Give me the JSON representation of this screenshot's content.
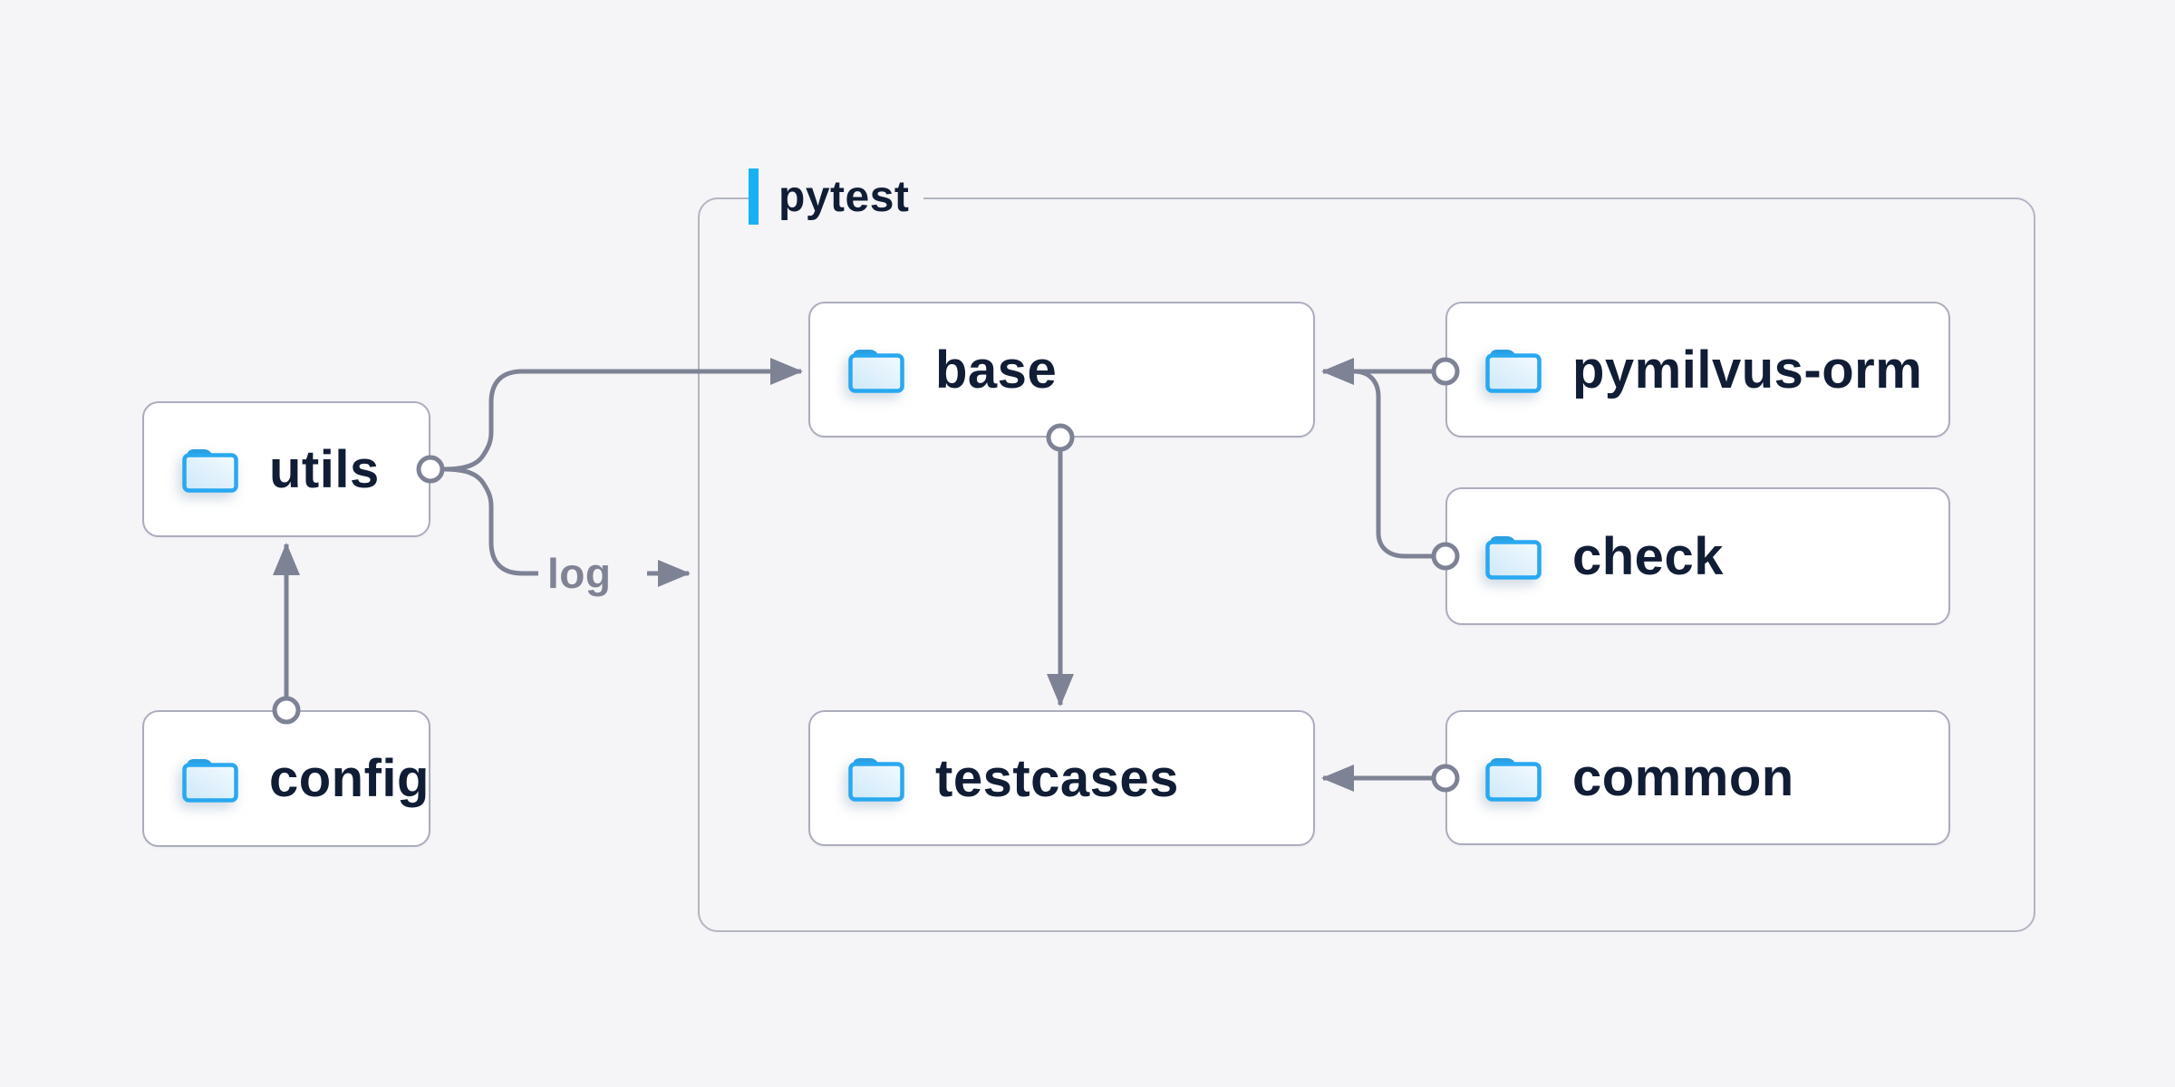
{
  "diagram": {
    "type": "dependency-diagram",
    "group": {
      "title": "pytest"
    },
    "nodes": {
      "utils": {
        "label": "utils",
        "icon": "folder-icon"
      },
      "config": {
        "label": "config",
        "icon": "folder-icon"
      },
      "base": {
        "label": "base",
        "icon": "folder-icon"
      },
      "testcases": {
        "label": "testcases",
        "icon": "folder-icon"
      },
      "pymilvus_orm": {
        "label": "pymilvus-orm",
        "icon": "folder-icon"
      },
      "check": {
        "label": "check",
        "icon": "folder-icon"
      },
      "common": {
        "label": "common",
        "icon": "folder-icon"
      }
    },
    "edge_labels": {
      "log": "log"
    },
    "edges": [
      {
        "from": "config",
        "to": "utils",
        "style": "circle-to-arrow"
      },
      {
        "from": "utils",
        "to": "base",
        "style": "circle-to-arrow"
      },
      {
        "from": "utils",
        "to": "pytest-group",
        "label": "log",
        "style": "circle-to-arrow"
      },
      {
        "from": "pymilvus_orm",
        "to": "base",
        "style": "circle-to-arrow"
      },
      {
        "from": "check",
        "to": "base",
        "style": "circle-to-arrow-merged"
      },
      {
        "from": "base",
        "to": "testcases",
        "style": "circle-to-arrow"
      },
      {
        "from": "common",
        "to": "testcases",
        "style": "circle-to-arrow"
      }
    ],
    "colors": {
      "background": "#f5f5f7",
      "node_fill": "#ffffff",
      "node_border": "#abadbd",
      "group_border": "#b3b5c2",
      "connector_gray": "#7e8295",
      "accent_blue": "#17b2f4",
      "text_navy": "#101d35",
      "text_gray": "#7f8394",
      "folder_stroke_blue": "#29a8f0",
      "folder_tab_blue": "#2b9fe0"
    }
  }
}
